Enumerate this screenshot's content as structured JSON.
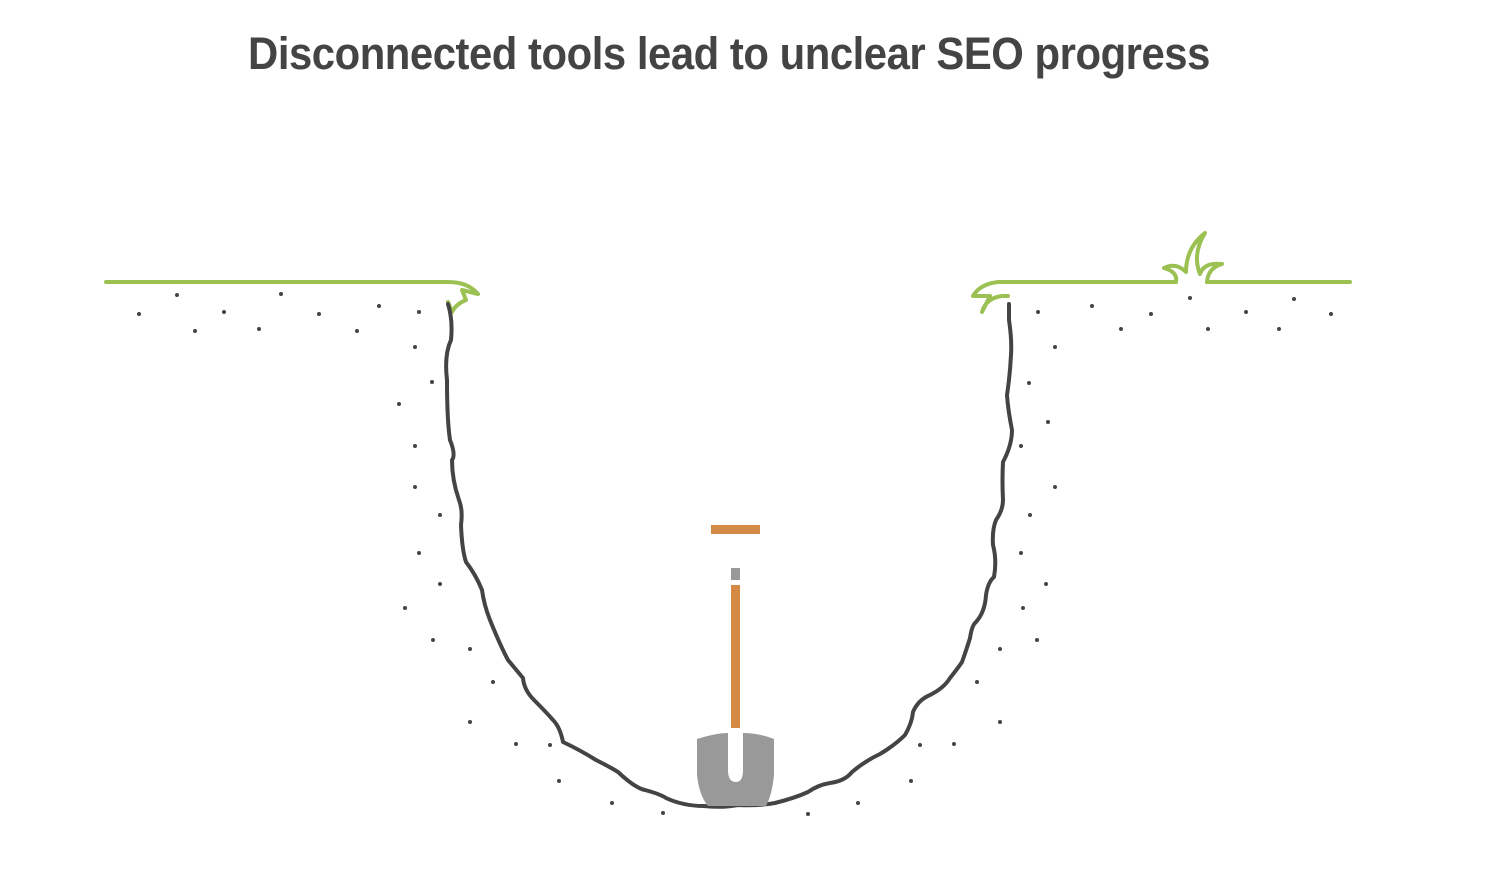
{
  "title": "Disconnected tools lead to unclear SEO progress",
  "illustration": {
    "description": "A shovel in a dug pit between two grassy ground surfaces",
    "elements": [
      "ground-left",
      "ground-right",
      "grass-tuft",
      "pit-outline",
      "soil-dots",
      "shovel"
    ],
    "colors": {
      "grass": "#9bc152",
      "pit_outline": "#444444",
      "soil_dots": "#444444",
      "shovel_handle": "#d48a45",
      "shovel_blade": "#999999",
      "title_text": "#444444"
    }
  }
}
